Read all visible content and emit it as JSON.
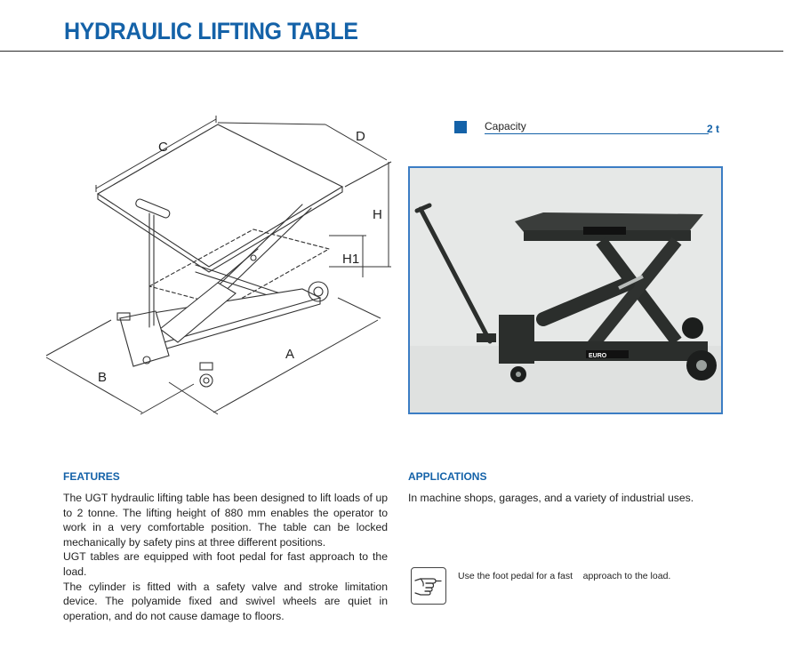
{
  "title": "HYDRAULIC LIFTING TABLE",
  "drawing": {
    "dimensions": {
      "a": "A",
      "b": "B",
      "c": "C",
      "d": "D",
      "h": "H",
      "h1": "H1"
    }
  },
  "capacity": {
    "label": "Capacity",
    "value": "2 t"
  },
  "photo": {
    "logo_text": "EURO"
  },
  "features": {
    "heading": "FEATURES",
    "paragraphs": [
      "The UGT hydraulic lifting table has been designed to lift loads of up to 2 tonne. The lifting height of 880 mm enables the operator to work in a very comfortable  position. The table can be locked mechanically by safety pins at three different positions.",
      "UGT tables are equipped with foot pedal for fast approach to the load.",
      "The cylinder is fitted with a safety valve and stroke limitation device. The polyamide fixed and swivel wheels are quiet in operation, and do not cause damage to floors."
    ]
  },
  "applications": {
    "heading": "APPLICATIONS",
    "text": "In machine shops, garages, and a variety of industrial uses."
  },
  "tip": {
    "icon": "pointing-hand-icon",
    "text": "Use the foot pedal for a fast    approach to the load."
  },
  "colors": {
    "brand_blue": "#1462a8",
    "frame_blue": "#3b7dc4",
    "table_dark": "#2b2e2c"
  }
}
